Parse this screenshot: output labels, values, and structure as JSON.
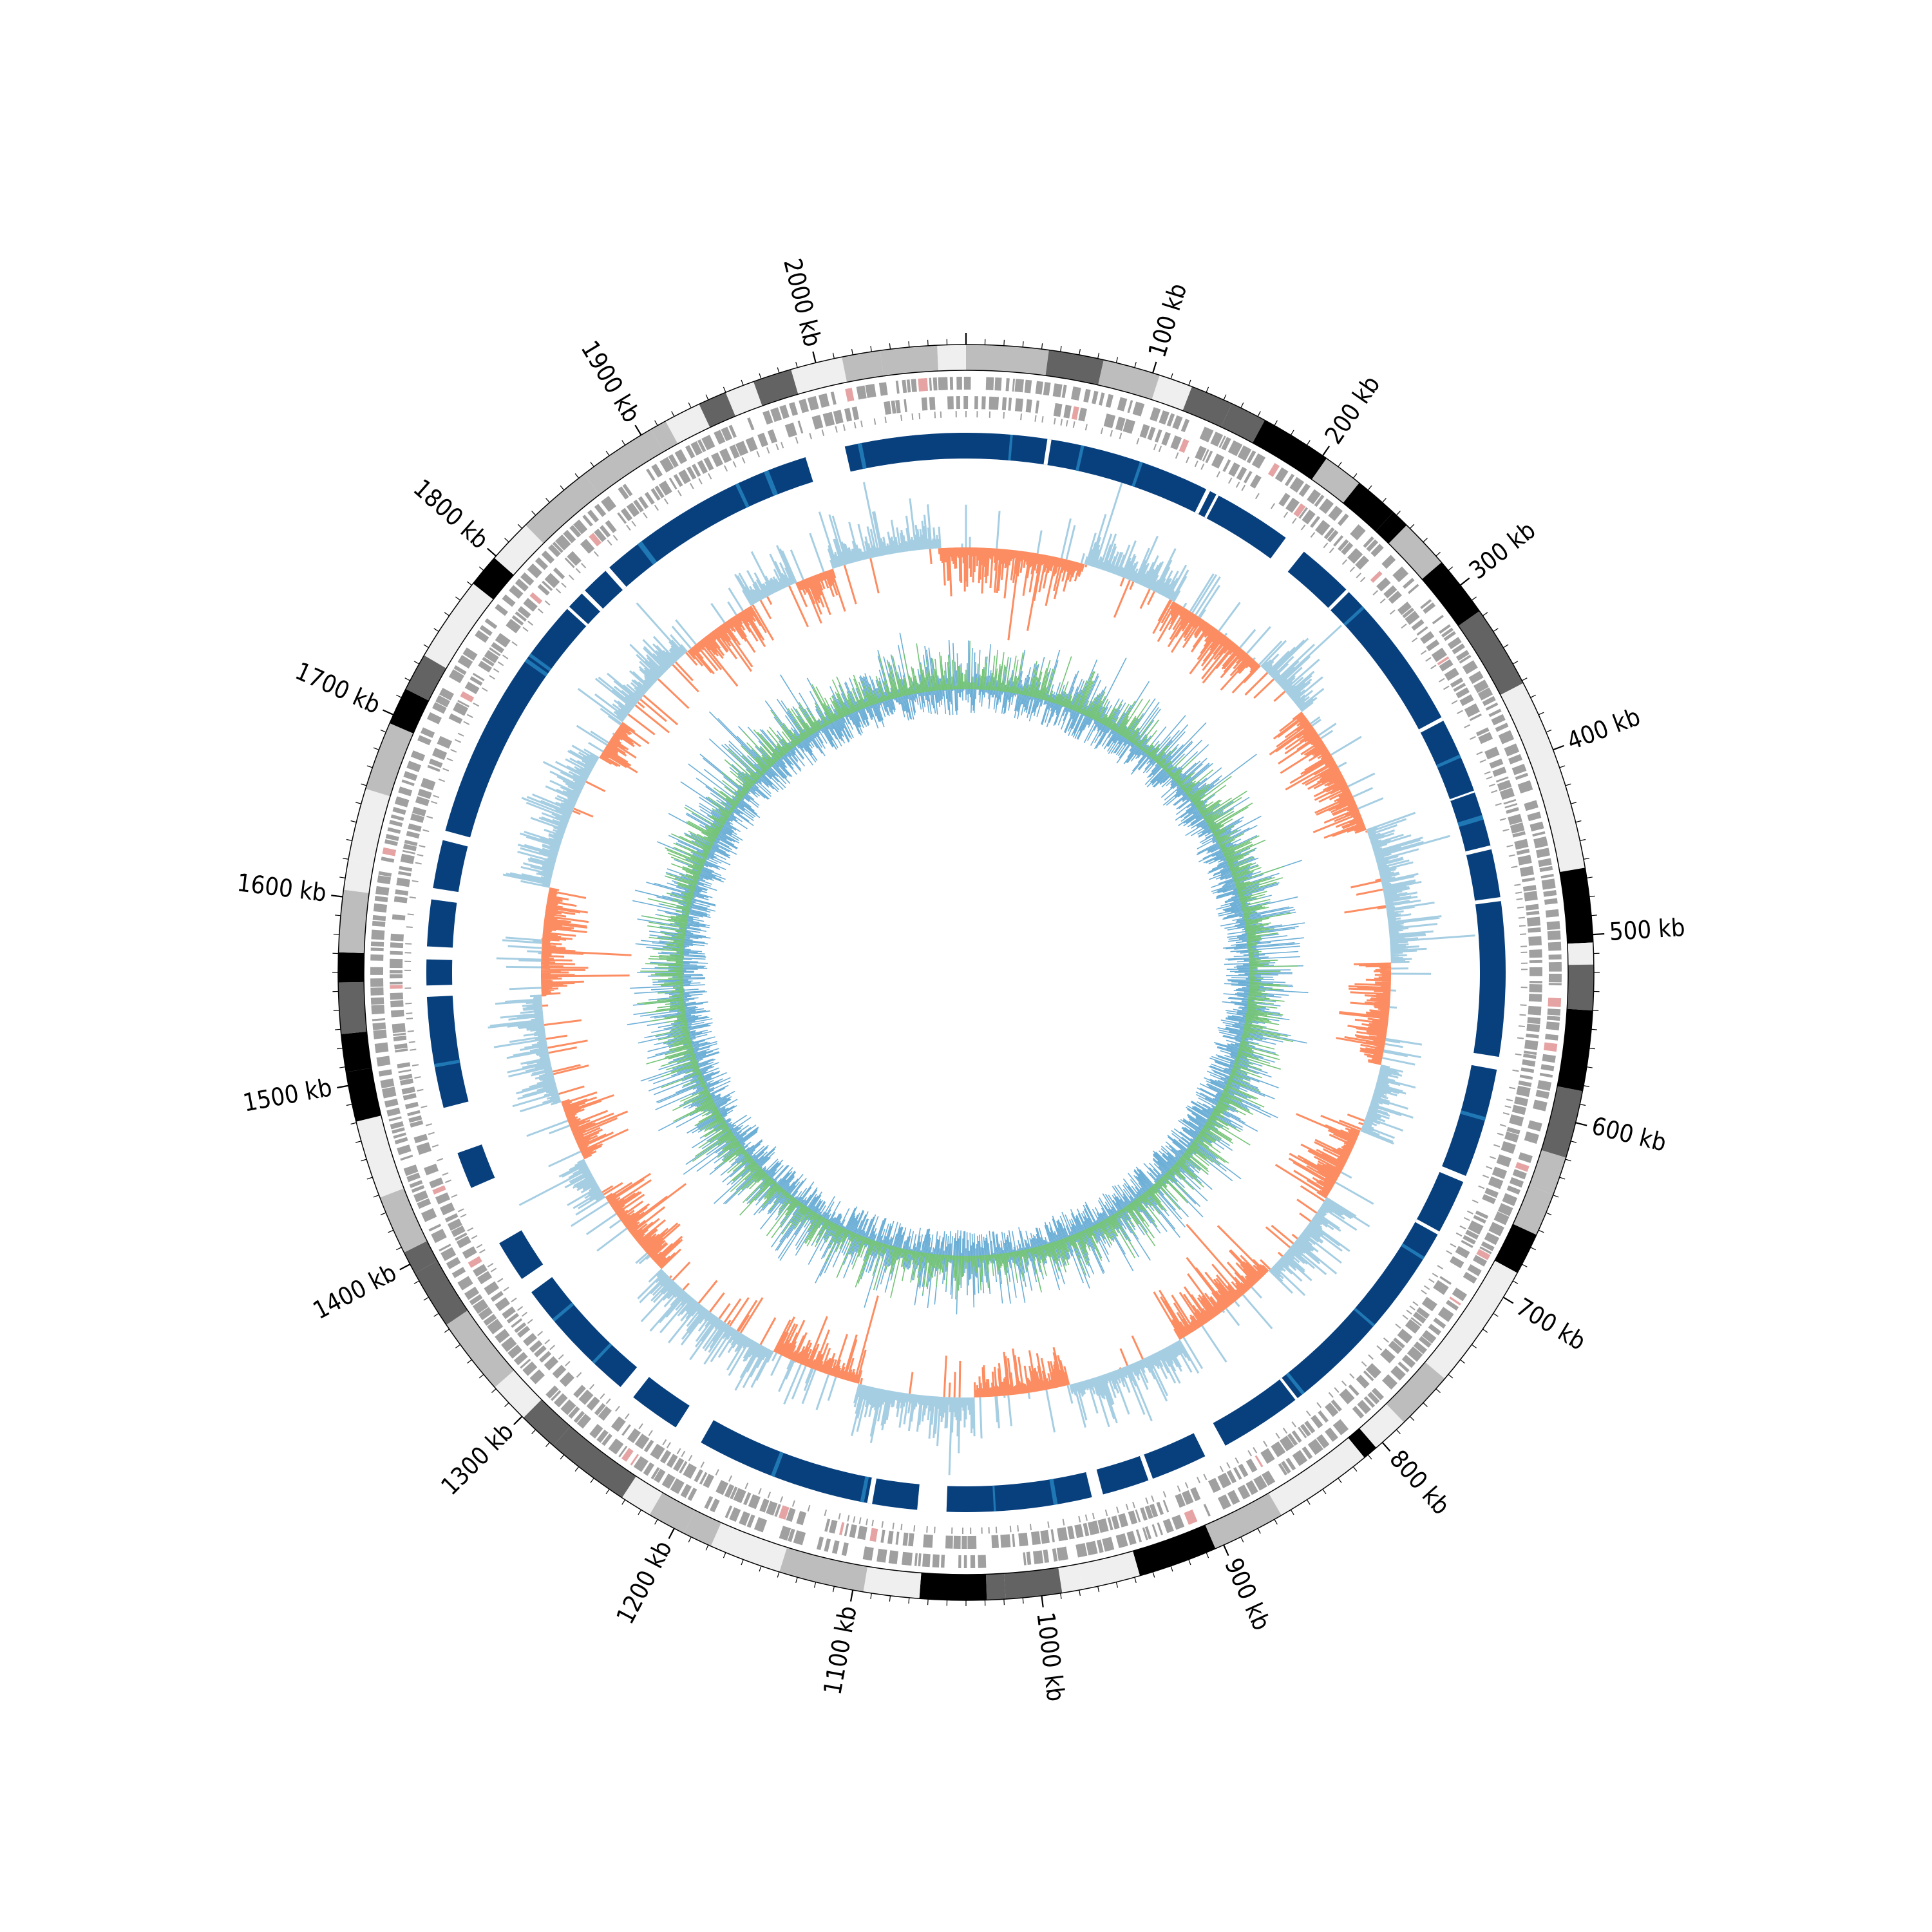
{
  "figure": {
    "type": "circular genome map",
    "genome_length_kb": 2080,
    "tick_labels": [
      "100 kb",
      "200 kb",
      "300 kb",
      "400 kb",
      "500 kb",
      "600 kb",
      "700 kb",
      "800 kb",
      "900 kb",
      "1000 kb",
      "1100 kb",
      "1200 kb",
      "1300 kb",
      "1400 kb",
      "1500 kb",
      "1600 kb",
      "1700 kb",
      "1800 kb",
      "1900 kb",
      "2000 kb"
    ],
    "colors": {
      "ideogram": [
        "#000000",
        "#636363",
        "#bdbdbd",
        "#efefef"
      ],
      "gene_marks": "#a0a0a0",
      "gene_marks_highlight": "#e6a3a3",
      "blocks": "#08407e",
      "blocks_light": "#1f78b4",
      "gc_skew_positive": "#a6cee3",
      "gc_skew_negative": "#fc8d62",
      "inner_line_blue": "#6baed6",
      "inner_line_green": "#74c476"
    }
  },
  "chart_data": {
    "type": "circular",
    "tracks": [
      {
        "name": "",
        "kind": "ideogram"
      },
      {
        "name": "",
        "kind": "gene_ticks"
      },
      {
        "name": "",
        "kind": "blocks",
        "segments_kb": [
          [
            -148,
            -100
          ],
          [
            -75,
            210
          ],
          [
            224,
            572
          ],
          [
            580,
            648
          ],
          [
            652,
            874
          ],
          [
            888,
            955
          ],
          [
            962,
            1052
          ],
          [
            1070,
            1210
          ],
          [
            1228,
            1260
          ],
          [
            1270,
            1350
          ],
          [
            1360,
            1386
          ],
          [
            1424,
            1447
          ],
          [
            1476,
            1545
          ],
          [
            1552,
            1568
          ],
          [
            1576,
            1605
          ],
          [
            1612,
            1642
          ],
          [
            1648,
            1938
          ],
          [
            1944,
            1968
          ]
        ]
      },
      {
        "name": "",
        "kind": "bidirectional_histogram"
      },
      {
        "name": "",
        "kind": "line_histogram"
      }
    ]
  }
}
